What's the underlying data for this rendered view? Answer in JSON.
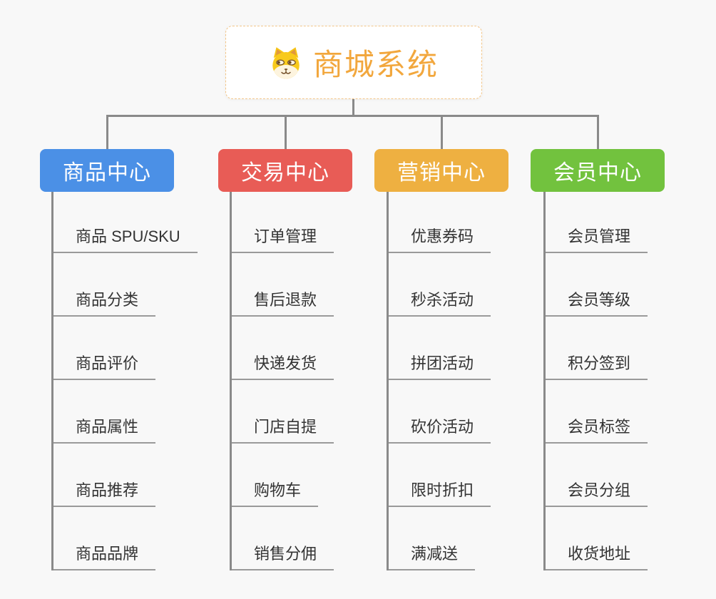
{
  "page": {
    "background_color": "#f8f8f8",
    "connector_color": "#8a8a8a",
    "child_text_color": "#333333"
  },
  "root": {
    "label": "商城系统",
    "icon": "dog-face-icon",
    "text_color": "#f2a73d",
    "border_color": "#f3c689"
  },
  "branches": [
    {
      "label": "商品中心",
      "color": "#4b90e6",
      "children": [
        "商品 SPU/SKU",
        "商品分类",
        "商品评价",
        "商品属性",
        "商品推荐",
        "商品品牌"
      ]
    },
    {
      "label": "交易中心",
      "color": "#e85c56",
      "children": [
        "订单管理",
        "售后退款",
        "快递发货",
        "门店自提",
        "购物车",
        "销售分佣"
      ]
    },
    {
      "label": "营销中心",
      "color": "#eeb041",
      "children": [
        "优惠券码",
        "秒杀活动",
        "拼团活动",
        "砍价活动",
        "限时折扣",
        "满减送"
      ]
    },
    {
      "label": "会员中心",
      "color": "#72c23e",
      "children": [
        "会员管理",
        "会员等级",
        "积分签到",
        "会员标签",
        "会员分组",
        "收货地址"
      ]
    }
  ]
}
